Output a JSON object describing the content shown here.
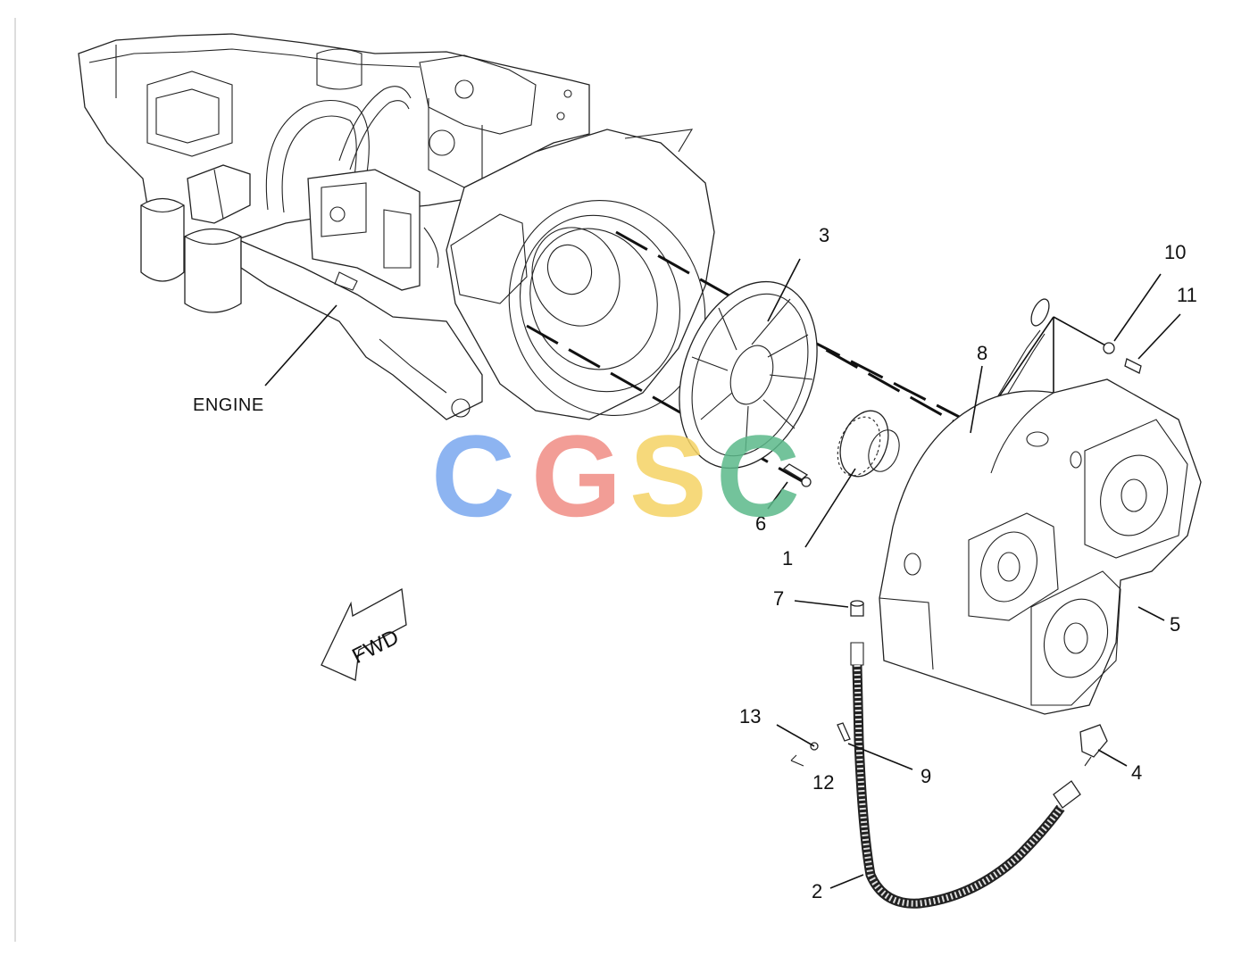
{
  "diagram": {
    "engine_label": "ENGINE",
    "direction_arrow_label": "FWD",
    "watermark": {
      "letters": [
        "C",
        "G",
        "S",
        "C"
      ],
      "colors": [
        "#7aa7ef",
        "#f08c84",
        "#f5d364",
        "#5bb98a"
      ]
    },
    "callouts": [
      "1",
      "2",
      "3",
      "4",
      "5",
      "6",
      "7",
      "8",
      "9",
      "10",
      "11",
      "12",
      "13"
    ]
  }
}
